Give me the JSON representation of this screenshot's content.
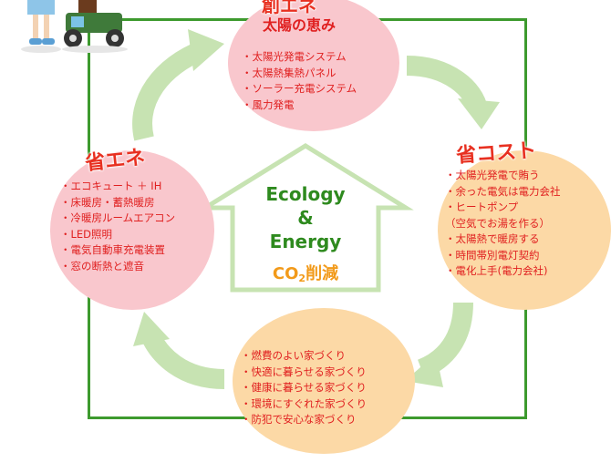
{
  "top": {
    "title_partial": "創エネ",
    "subtitle": "太陽の恵み",
    "items": [
      "・太陽光発電システム",
      "・太陽熱集熱パネル",
      "・ソーラー充電システム",
      "・風力発電"
    ]
  },
  "left": {
    "title": "省エネ",
    "items": [
      "・エコキュート ＋ IH",
      "・床暖房・蓄熱暖房",
      "・冷暖房ルームエアコン",
      "・LED照明",
      "・電気自動車充電装置",
      "・窓の断熱と遮音"
    ]
  },
  "right": {
    "title": "省コスト",
    "items": [
      "・太陽光発電で賄う",
      "・余った電気は電力会社",
      "・ヒートポンプ",
      "（空気でお湯を作る）",
      "・太陽熱で暖房する",
      "・時間帯別電灯契約",
      "・電化上手(電力会社)"
    ]
  },
  "bottom": {
    "items": [
      "・燃費のよい家づくり",
      "・快適に暮らせる家づくり",
      "・健康に暮らせる家づくり",
      "・環境にすぐれた家づくり",
      "・防犯で安心な家づくり"
    ]
  },
  "center": {
    "line1": "Ecology",
    "line2": "&",
    "line3": "Energy",
    "co2_main": "CO",
    "co2_sub": "2",
    "co2_rest": "削減"
  },
  "colors": {
    "frame_green": "#3d9a2e",
    "pink": "#f9c7cd",
    "orange": "#fcd9a6",
    "arrow_green": "#c7e3b2",
    "text_red": "#e02020",
    "text_green": "#2e8a1e",
    "text_orange": "#f29a1a"
  },
  "illustration": "child-with-toy-car-icon"
}
